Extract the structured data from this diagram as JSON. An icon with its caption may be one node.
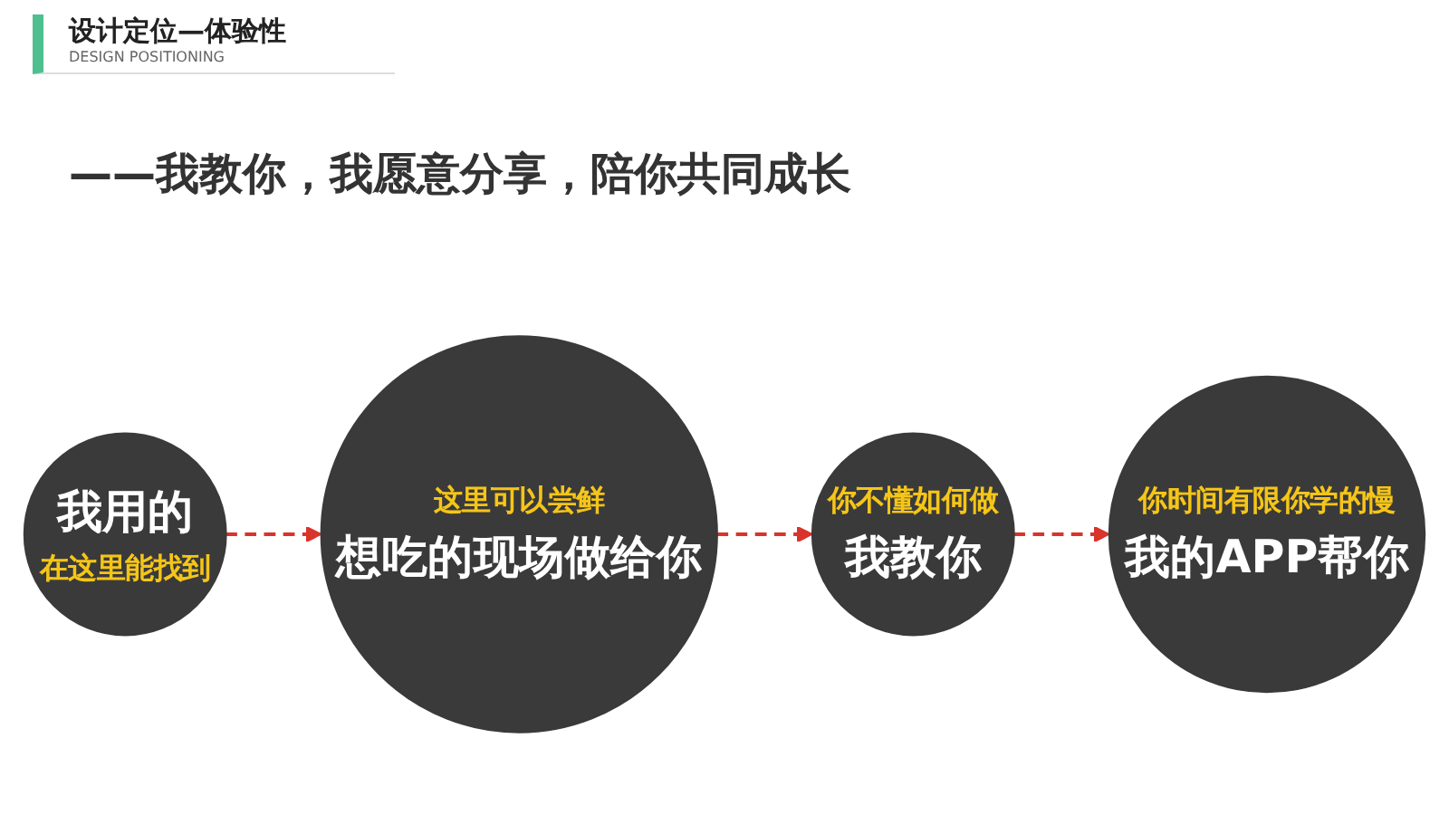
{
  "diagram": {
    "title": "设计定位—体验性",
    "nodes": [
      {
        "text": [
          "我用的",
          "在这里能找到"
        ]
      },
      {
        "text": [
          "这里可以尝鲜",
          "想吃的现场做给你"
        ]
      },
      {
        "text": [
          "你不懂如何做",
          "我教你"
        ]
      },
      {
        "text": [
          "你时间有限你学的慢",
          "我的APP帮你"
        ]
      }
    ],
    "edges": [
      {
        "from": 0,
        "to": 1,
        "arrow": "to",
        "style": "dashed",
        "color": "#d9342b"
      },
      {
        "from": 1,
        "to": 2,
        "arrow": "to",
        "style": "dashed",
        "color": "#d9342b"
      },
      {
        "from": 2,
        "to": 3,
        "arrow": "to",
        "style": "dashed",
        "color": "#d9342b"
      }
    ],
    "labels": [
      "DESIGN POSITIONING",
      "——我教你，我愿意分享，陪你共同成长"
    ]
  }
}
